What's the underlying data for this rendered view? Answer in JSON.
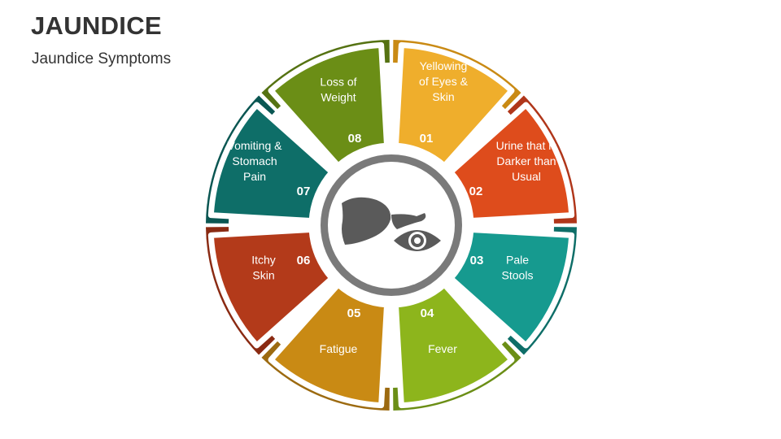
{
  "title": "JAUNDICE",
  "subtitle": "Jaundice Symptoms",
  "center_icon": "liver-and-eye-icon",
  "segments": [
    {
      "number": "01",
      "lines": [
        "Yellowing",
        "of Eyes &",
        "Skin"
      ],
      "color": "#EFAE2C",
      "ring_color": "#C98A14"
    },
    {
      "number": "02",
      "lines": [
        "Urine that is",
        "Darker than",
        "Usual"
      ],
      "color": "#DE4C1C",
      "ring_color": "#B0361A"
    },
    {
      "number": "03",
      "lines": [
        "Pale",
        "Stools"
      ],
      "color": "#169A8F",
      "ring_color": "#0E6E68"
    },
    {
      "number": "04",
      "lines": [
        "Fever"
      ],
      "color": "#8DB51C",
      "ring_color": "#6B8E16"
    },
    {
      "number": "05",
      "lines": [
        "Fatigue"
      ],
      "color": "#C98A14",
      "ring_color": "#9C6A10"
    },
    {
      "number": "06",
      "lines": [
        "Itchy",
        "Skin"
      ],
      "color": "#B33A1A",
      "ring_color": "#8A2A12"
    },
    {
      "number": "07",
      "lines": [
        "Vomiting &",
        "Stomach",
        "Pain"
      ],
      "color": "#0E6E68",
      "ring_color": "#0A5652"
    },
    {
      "number": "08",
      "lines": [
        "Loss of",
        "Weight"
      ],
      "color": "#6B8E16",
      "ring_color": "#557212"
    }
  ]
}
